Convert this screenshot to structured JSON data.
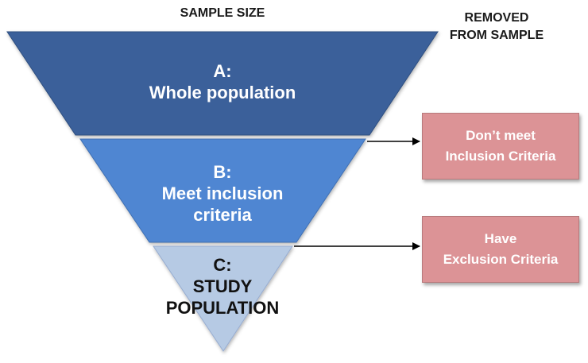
{
  "header": {
    "sample_size": "SAMPLE SIZE",
    "removed_line1": "REMOVED",
    "removed_line2": "FROM SAMPLE"
  },
  "tiers": [
    {
      "letter": "A:",
      "lines": [
        "Whole population"
      ],
      "color": "#3b619a"
    },
    {
      "letter": "B:",
      "lines": [
        "Meet inclusion",
        "criteria"
      ],
      "color": "#4f86d2"
    },
    {
      "letter": "C:",
      "lines": [
        "STUDY",
        "POPULATION"
      ],
      "color": "#b6cae4"
    }
  ],
  "removed": [
    {
      "lines": [
        "Don’t meet",
        "Inclusion Criteria"
      ],
      "color": "#dc9396"
    },
    {
      "lines": [
        "Have",
        "Exclusion Criteria"
      ],
      "color": "#dc9396"
    }
  ]
}
